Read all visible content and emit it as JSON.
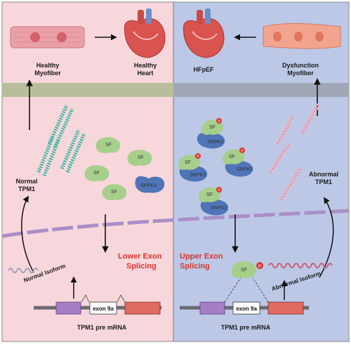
{
  "left": {
    "healthy_myofiber": [
      "Healthy",
      "Myofiber"
    ],
    "healthy_heart": [
      "Healthy",
      "Heart"
    ],
    "normal_tpm1": [
      "Normal",
      "TPM1"
    ],
    "normal_isoform": "Normal Isoform",
    "lower_exon_splicing": [
      "Lower Exon",
      "Splicing"
    ],
    "exon_label": "exon 9a",
    "pre_mrna": "TPM1 pre mRNA",
    "sf": "SF",
    "srpk3": "SRPK3"
  },
  "right": {
    "hfpef": "HFpEF",
    "dysfunction_myofiber": [
      "Dysfunction",
      "Myofiber"
    ],
    "abnormal_tpm1": [
      "Abnormal",
      "TPM1"
    ],
    "abnormal_isoform": "Abnormal Isoform",
    "upper_exon_splicing": [
      "Upper Exon",
      "Splicing"
    ],
    "exon_label": "exon 9a",
    "pre_mrna": "TPM1 pre mRNA",
    "sf": "SF",
    "srpk3": "SRPK3",
    "phospho": "P"
  },
  "colors": {
    "left_bg": "#f7d7db",
    "right_bg": "#bcc8e6",
    "band": "#b7b99a",
    "sf_green": "#a7cf8c",
    "srpk3_blue": "#4f74b8",
    "phospho_red": "#d8392f",
    "exon_purple": "#a57fc6",
    "exon_red": "#e06b63",
    "membrane": "#a98fc7"
  }
}
